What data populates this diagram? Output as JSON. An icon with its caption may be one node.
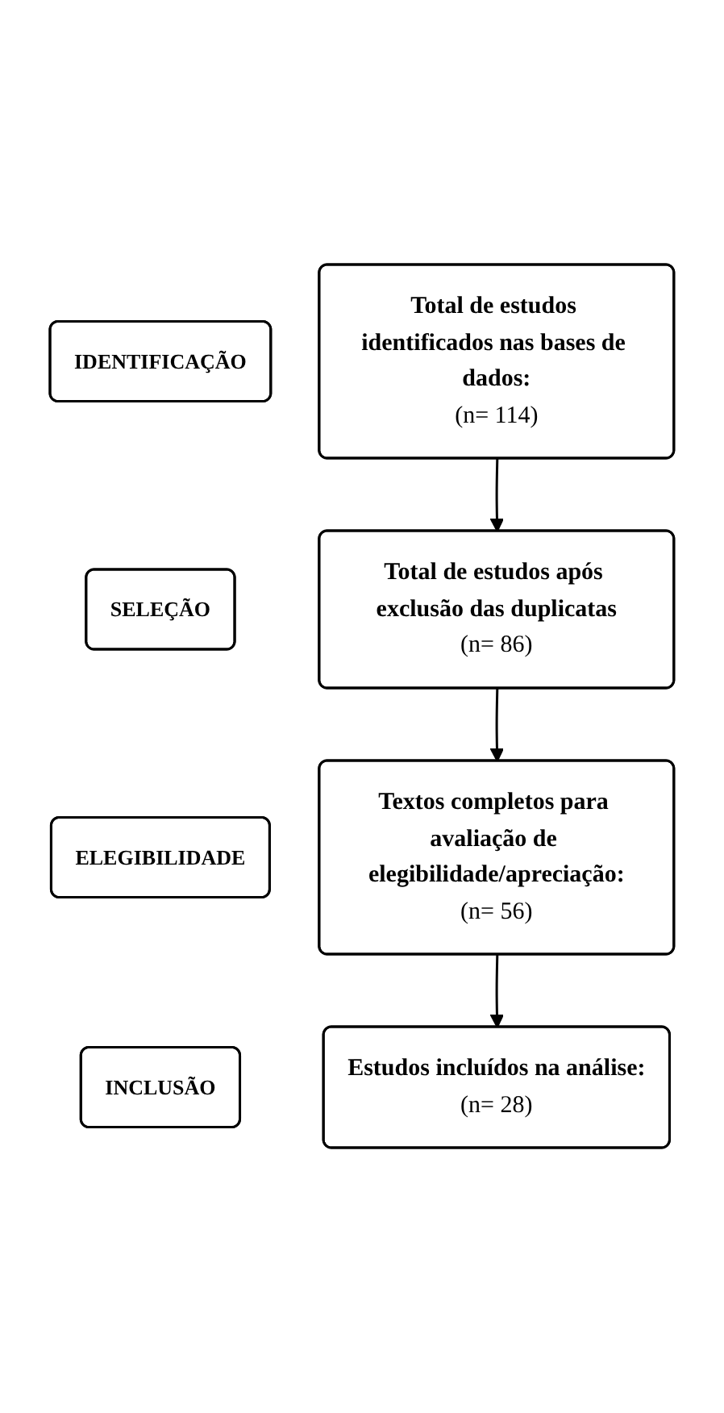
{
  "diagram": {
    "nodes": [
      {
        "text": [
          "IDENTIFICAÇÃO"
        ]
      },
      {
        "text": [
          "Total de estudos identificados nas bases de dados:",
          "(n= 114)"
        ]
      },
      {
        "text": [
          "SELEÇÃO"
        ]
      },
      {
        "text": [
          "Total de estudos após exclusão das duplicatas",
          "(n= 86)"
        ]
      },
      {
        "text": [
          "ELEGIBILIDADE"
        ]
      },
      {
        "text": [
          "Textos completos para avaliação de elegibilidade/apreciação:",
          "(n= 56)"
        ]
      },
      {
        "text": [
          "INCLUSÃO"
        ]
      },
      {
        "text": [
          "Estudos incluídos na análise:",
          "(n= 28)"
        ]
      }
    ],
    "edges": [
      {
        "from": 1,
        "to": 3,
        "arrow": "to"
      },
      {
        "from": 3,
        "to": 5,
        "arrow": "to"
      },
      {
        "from": 5,
        "to": 7,
        "arrow": "to"
      }
    ]
  }
}
